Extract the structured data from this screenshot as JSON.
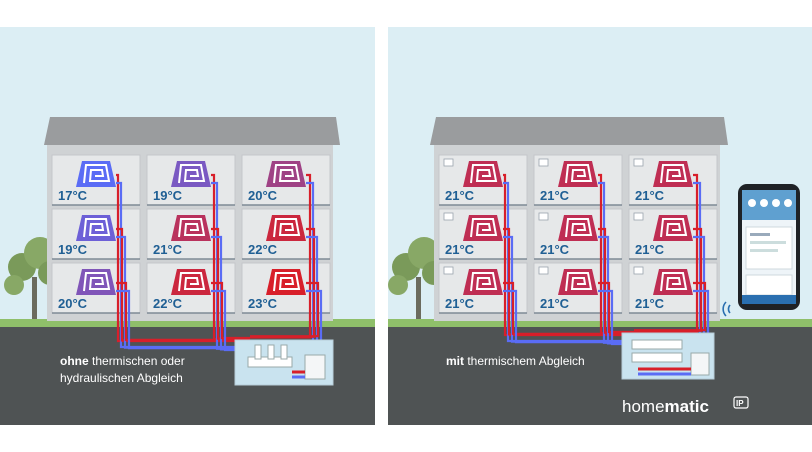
{
  "colors": {
    "sky": "#dceef4",
    "ground": "#4f5354",
    "grass": "#8fbf6a",
    "roof": "#9a9c9e",
    "wall": "#d5d7d9",
    "window": "#e6e8e9",
    "temp_text": "#1f5f94",
    "hot": "#d81f2a",
    "cold": "#5a6cf5",
    "basement": "#c9e3ef"
  },
  "icons": [
    "radiator-icon",
    "thermostat-icon",
    "pipe-icon",
    "heating-manifold-icon",
    "boiler-icon",
    "tree-icon",
    "smartphone-icon",
    "wireless-signal-icon"
  ],
  "left": {
    "caption_bold": "ohne",
    "caption_rest": " thermischen oder",
    "caption_line2": "hydraulischen Abgleich",
    "rooms": [
      {
        "temp": "17°C",
        "heat": 0.0
      },
      {
        "temp": "19°C",
        "heat": 0.25
      },
      {
        "temp": "20°C",
        "heat": 0.55
      },
      {
        "temp": "19°C",
        "heat": 0.15
      },
      {
        "temp": "21°C",
        "heat": 0.75
      },
      {
        "temp": "22°C",
        "heat": 0.9
      },
      {
        "temp": "20°C",
        "heat": 0.3
      },
      {
        "temp": "22°C",
        "heat": 0.9
      },
      {
        "temp": "23°C",
        "heat": 1.0
      }
    ]
  },
  "right": {
    "caption_bold": "mit",
    "caption_rest": " thermischem Abgleich",
    "brand_plain": "home",
    "brand_bold": "matic",
    "brand_badge": "IP",
    "rooms": [
      {
        "temp": "21°C",
        "heat": 0.8
      },
      {
        "temp": "21°C",
        "heat": 0.8
      },
      {
        "temp": "21°C",
        "heat": 0.8
      },
      {
        "temp": "21°C",
        "heat": 0.8
      },
      {
        "temp": "21°C",
        "heat": 0.8
      },
      {
        "temp": "21°C",
        "heat": 0.8
      },
      {
        "temp": "21°C",
        "heat": 0.8
      },
      {
        "temp": "21°C",
        "heat": 0.8
      },
      {
        "temp": "21°C",
        "heat": 0.8
      }
    ]
  }
}
